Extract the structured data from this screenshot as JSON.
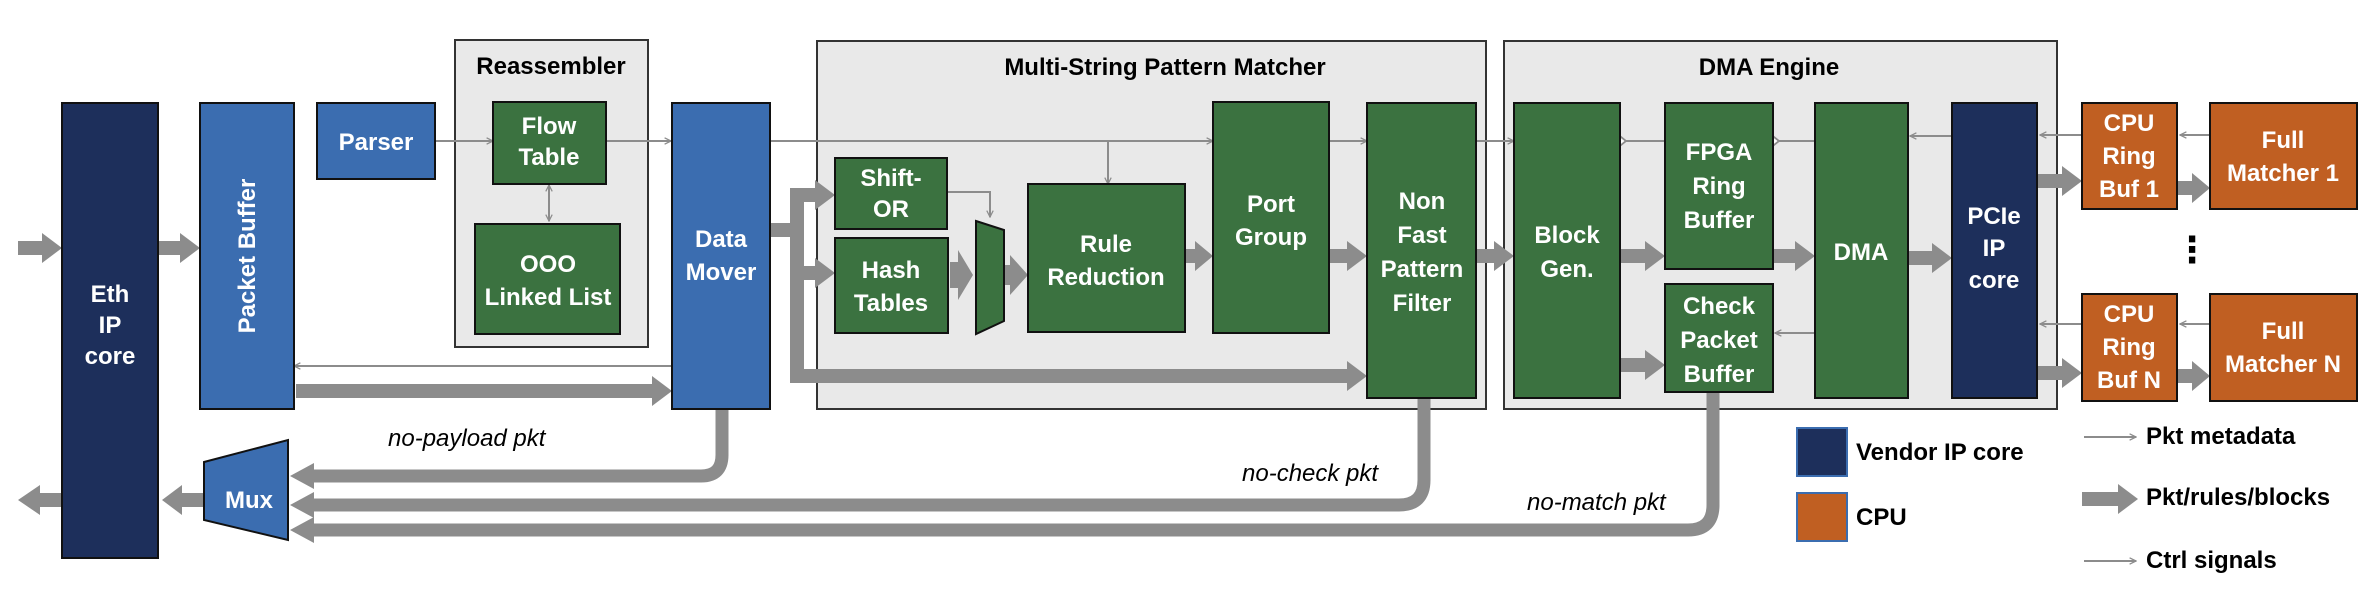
{
  "colors": {
    "vendor": "#1d2f5b",
    "fpga_logic": "#3b6db0",
    "matcher_logic": "#3b7240",
    "cpu": "#c05f22",
    "group_fill": "#e9e9e9",
    "arrow": "#8c8c8c"
  },
  "groups": {
    "reassembler": "Reassembler",
    "pattern_matcher": "Multi-String Pattern Matcher",
    "dma_engine": "DMA Engine"
  },
  "blocks": {
    "eth_ip_core": [
      "Eth",
      "IP",
      "core"
    ],
    "packet_buffer": "Packet Buffer",
    "parser": "Parser",
    "flow_table": [
      "Flow",
      "Table"
    ],
    "ooo_linked_list": [
      "OOO",
      "Linked List"
    ],
    "data_mover": [
      "Data",
      "Mover"
    ],
    "shift_or": [
      "Shift-",
      "OR"
    ],
    "hash_tables": [
      "Hash",
      "Tables"
    ],
    "rule_reduction": [
      "Rule",
      "Reduction"
    ],
    "port_group": [
      "Port",
      "Group"
    ],
    "non_fast_pattern_filter": [
      "Non",
      "Fast",
      "Pattern",
      "Filter"
    ],
    "block_gen": [
      "Block",
      "Gen."
    ],
    "fpga_ring_buffer": [
      "FPGA",
      "Ring",
      "Buffer"
    ],
    "check_packet_buffer": [
      "Check",
      "Packet",
      "Buffer"
    ],
    "dma": "DMA",
    "pcie_ip_core": [
      "PCIe",
      "IP",
      "core"
    ],
    "cpu_ring_buf_1": [
      "CPU",
      "Ring",
      "Buf 1"
    ],
    "cpu_ring_buf_n": [
      "CPU",
      "Ring",
      "Buf N"
    ],
    "full_matcher_1": [
      "Full",
      "Matcher 1"
    ],
    "full_matcher_n": [
      "Full",
      "Matcher N"
    ],
    "mux": "Mux"
  },
  "ellipsis": "⋮",
  "edge_labels": {
    "no_payload": "no-payload pkt",
    "no_check": "no-check pkt",
    "no_match": "no-match pkt"
  },
  "legend": {
    "vendor_ip_core": "Vendor IP core",
    "cpu": "CPU",
    "pkt_metadata": "Pkt metadata",
    "pkt_rules_blocks": "Pkt/rules/blocks",
    "ctrl_signals": "Ctrl signals"
  }
}
